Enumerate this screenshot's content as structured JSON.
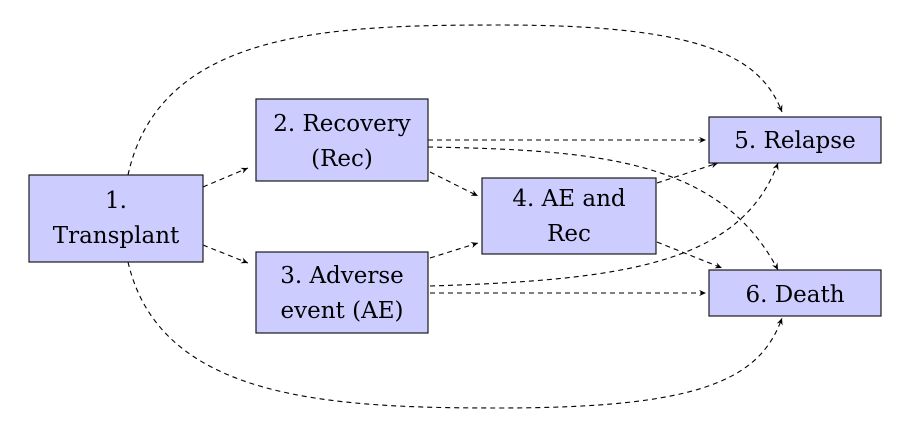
{
  "nodes": {
    "transplant": {
      "lines": [
        "1.",
        "Transplant"
      ]
    },
    "recovery": {
      "lines": [
        "2. Recovery",
        "(Rec)"
      ]
    },
    "adverse": {
      "lines": [
        "3. Adverse",
        "event (AE)"
      ]
    },
    "ae_rec": {
      "lines": [
        "4. AE and",
        "Rec"
      ]
    },
    "relapse": {
      "lines": [
        "5. Relapse"
      ]
    },
    "death": {
      "lines": [
        "6. Death"
      ]
    }
  },
  "edges": [
    {
      "from": "transplant",
      "to": "recovery"
    },
    {
      "from": "transplant",
      "to": "adverse"
    },
    {
      "from": "transplant",
      "to": "relapse"
    },
    {
      "from": "transplant",
      "to": "death"
    },
    {
      "from": "recovery",
      "to": "relapse"
    },
    {
      "from": "recovery",
      "to": "ae_rec"
    },
    {
      "from": "recovery",
      "to": "death"
    },
    {
      "from": "adverse",
      "to": "ae_rec"
    },
    {
      "from": "adverse",
      "to": "relapse"
    },
    {
      "from": "adverse",
      "to": "death"
    },
    {
      "from": "ae_rec",
      "to": "relapse"
    },
    {
      "from": "ae_rec",
      "to": "death"
    }
  ],
  "colors": {
    "node_fill": "#ccccff",
    "node_border": "#1a1a1a",
    "edge": "#000000"
  }
}
